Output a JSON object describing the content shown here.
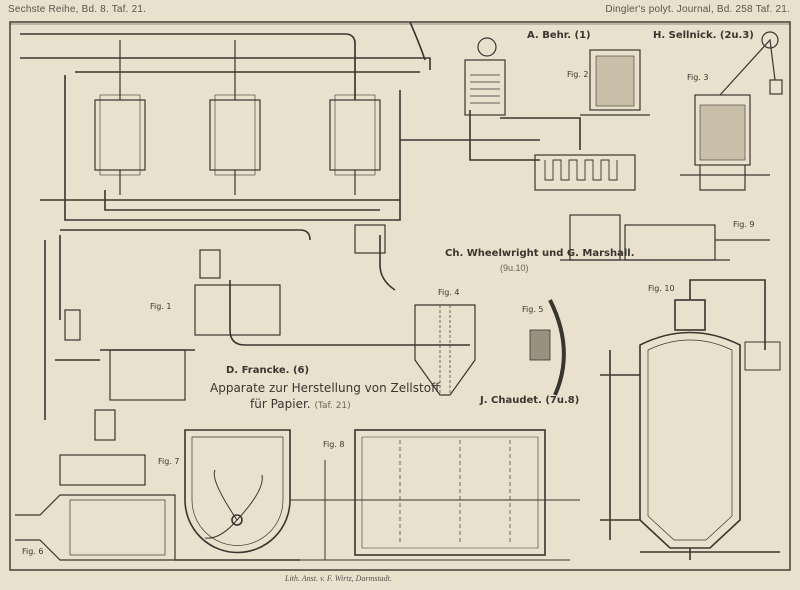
{
  "header": {
    "left": "Sechste Reihe, Bd. 8. Taf. 21.",
    "right": "Dingler's polyt. Journal, Bd. 258 Taf. 21."
  },
  "attributions": {
    "behr": "A. Behr. (1)",
    "sellnick": "H. Sellnick. (2u.3)",
    "wheelwright": "Ch. Wheelwright und G. Marshall.",
    "wheelwright_figs": "(9u.10)",
    "francke": "D. Francke. (6)",
    "chaudet": "J. Chaudet. (7u.8)"
  },
  "title": {
    "line1": "Apparate zur Herstellung von Zellstoff",
    "line2": "für Papier.",
    "line2_ref": "(Taf. 21)"
  },
  "figures": [
    "Fig. 1",
    "Fig. 2",
    "Fig. 3",
    "Fig. 4",
    "Fig. 5",
    "Fig. 6",
    "Fig. 7",
    "Fig. 8",
    "Fig. 9",
    "Fig. 10"
  ],
  "footer": "Lith. Anst. v. F. Wirtz, Darmstadt.",
  "colors": {
    "paper": "#e9e1cd",
    "ink": "#3a352f"
  }
}
